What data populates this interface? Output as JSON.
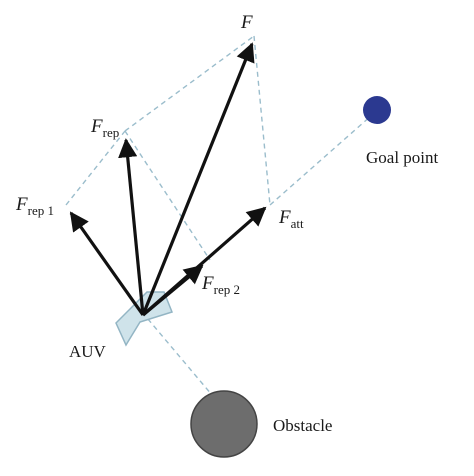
{
  "labels": {
    "f": "F",
    "f_rep_main": "F",
    "f_rep_sub": "rep",
    "f_rep1_main": "F",
    "f_rep1_sub": "rep 1",
    "f_rep2_main": "F",
    "f_rep2_sub": "rep 2",
    "f_att_main": "F",
    "f_att_sub": "att",
    "auv": "AUV",
    "goal": "Goal point",
    "obstacle": "Obstacle"
  },
  "colors": {
    "arrow": "#111111",
    "dashed": "#9bbdcc",
    "goal": "#2b3990",
    "obstacle": "#6d6d6d",
    "auv_fill": "#cfe3ea",
    "auv_stroke": "#93b5c4"
  }
}
